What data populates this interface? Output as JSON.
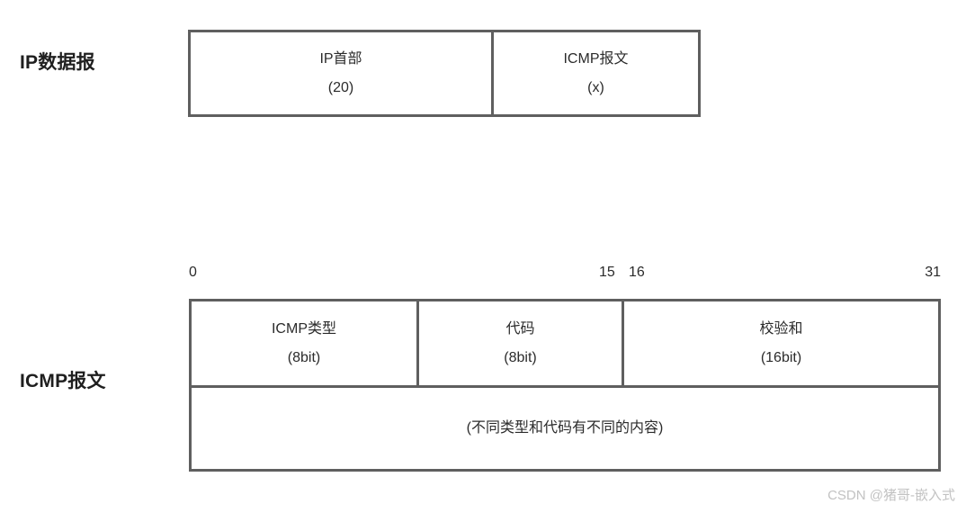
{
  "diagrams": [
    {
      "label": "IP数据报",
      "rows": [
        {
          "cells": [
            {
              "title": "IP首部",
              "sub": "(20)"
            },
            {
              "title": "ICMP报文",
              "sub": "(x)"
            }
          ]
        }
      ]
    },
    {
      "label": "ICMP报文",
      "ruler": {
        "ticks": [
          "0",
          "15",
          "16",
          "31"
        ]
      },
      "rows": [
        {
          "cells": [
            {
              "title": "ICMP类型",
              "sub": "(8bit)"
            },
            {
              "title": "代码",
              "sub": "(8bit)"
            },
            {
              "title": "校验和",
              "sub": "(16bit)"
            }
          ]
        },
        {
          "cells": [
            {
              "title": "(不同类型和代码有不同的内容)",
              "sub": ""
            }
          ]
        }
      ]
    }
  ],
  "watermark": "CSDN @猪哥-嵌入式",
  "colors": {
    "border": "#5f5f5f",
    "text": "#2b2b2b",
    "label": "#1f1f1f",
    "watermark": "#c2c2c2",
    "background": "#ffffff"
  }
}
